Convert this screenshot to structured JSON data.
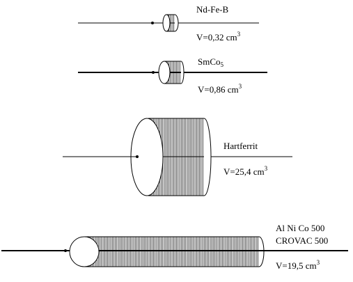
{
  "magnets": [
    {
      "name": "Nd-Fe-B",
      "volume": "V=0,32 cm",
      "volume_exp": "3"
    },
    {
      "name": "SmCo",
      "name_sub": "5",
      "volume": "V=0,86 cm",
      "volume_exp": "3"
    },
    {
      "name": "Hartferrit",
      "volume": "V=25,4 cm",
      "volume_exp": "3"
    },
    {
      "name": "Al Ni Co 500",
      "name2": "CROVAC 500",
      "volume": "V=19,5 cm",
      "volume_exp": "3"
    }
  ]
}
